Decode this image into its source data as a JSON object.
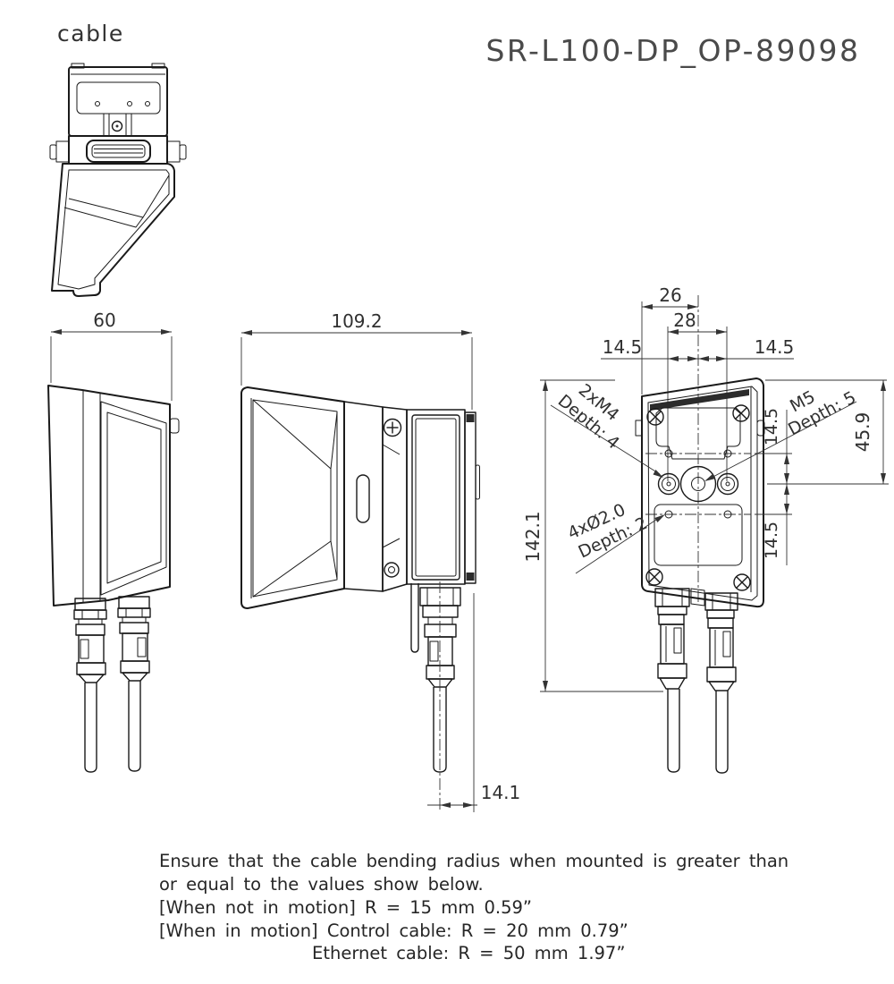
{
  "title": "SR-L100-DP_OP-89098",
  "corner_label": "cable",
  "views": {
    "front": {
      "width_dim": "60"
    },
    "side": {
      "width_dim": "109.2",
      "cable_offset_dim": "14.1"
    },
    "back": {
      "edge_to_center_dim": "26",
      "hole_spacing_dim": "28",
      "top_left_half_dim": "14.5",
      "top_right_half_dim": "14.5",
      "total_height_dim": "142.1",
      "upper_hole_row_dim": "14.5",
      "lower_hole_row_dim": "14.5",
      "top_to_center_dim": "45.9",
      "m4_callout": {
        "line1": "2xM4",
        "line2": "Depth: 4"
      },
      "m5_callout": {
        "line1": "M5",
        "line2": "Depth: 5"
      },
      "phi_callout": {
        "line1": "4xØ2.0",
        "line2": "Depth: 2"
      }
    }
  },
  "notes": {
    "line1": "Ensure that the cable bending radius when mounted is greater than",
    "line2": "or equal to the values show below.",
    "line3": "[When not in motion] R = 15 mm 0.59”",
    "line4": "[When in motion] Control cable: R = 20 mm 0.79”",
    "line5": "Ethernet cable: R = 50 mm 1.97”"
  }
}
